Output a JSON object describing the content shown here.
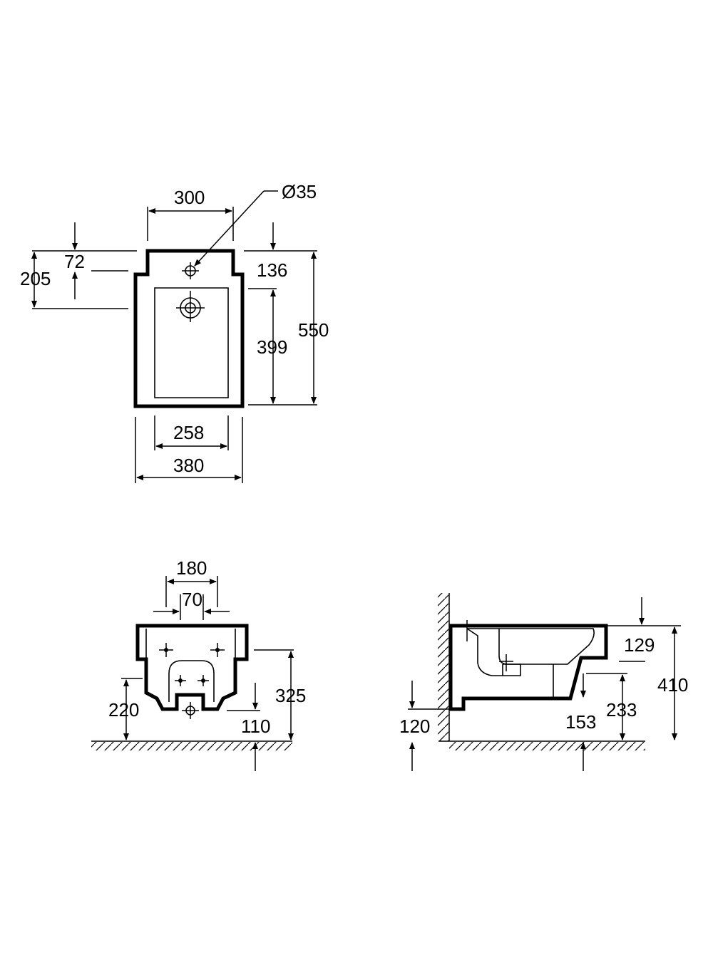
{
  "top_view": {
    "width_300": "300",
    "diameter_35": "Ø35",
    "dim_72": "72",
    "dim_205": "205",
    "dim_136": "136",
    "dim_399": "399",
    "dim_550": "550",
    "width_258": "258",
    "width_380": "380"
  },
  "front_view": {
    "dim_180": "180",
    "dim_70": "70",
    "dim_220": "220",
    "dim_325": "325",
    "dim_110": "110"
  },
  "side_view": {
    "dim_129": "129",
    "dim_410": "410",
    "dim_120": "120",
    "dim_153": "153",
    "dim_233": "233"
  },
  "colors": {
    "line": "#000000",
    "background": "#ffffff"
  }
}
